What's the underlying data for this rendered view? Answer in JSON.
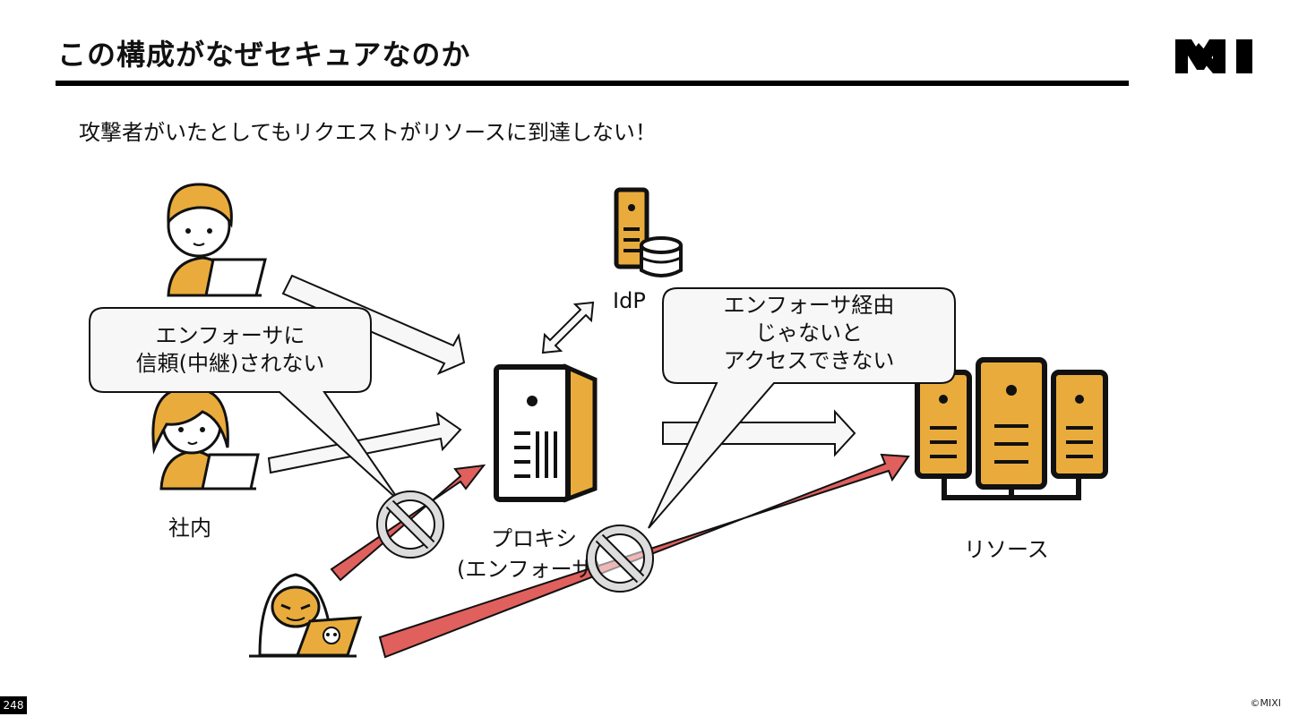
{
  "page": {
    "title": "この構成がなぜセキュアなのか",
    "subtitle": "攻撃者がいたとしてもリクエストがリソースに到達しない！",
    "page_number": "248",
    "copyright": "©MIXI"
  },
  "diagram": {
    "nodes": {
      "internal_label": "社内",
      "idp_label": "IdP",
      "proxy_label_line1": "プロキシ",
      "proxy_label_line2": "(エンフォーサ)",
      "resource_label": "リソース"
    },
    "callouts": {
      "left_line1": "エンフォーサに",
      "left_line2": "信頼(中継)されない",
      "right_line1": "エンフォーサ経由",
      "right_line2": "じゃないと",
      "right_line3": "アクセスできない"
    }
  },
  "colors": {
    "accent_orange": "#E9AC3C",
    "attack_red": "#E0605E",
    "arrow_fill": "#F7F7F7",
    "bubble_fill": "#F7F7F7"
  },
  "icons": [
    "employee-icon",
    "hacker-icon",
    "idp-server-icon",
    "database-icon",
    "proxy-server-icon",
    "resource-servers-icon",
    "block-icon",
    "logo-icon"
  ]
}
